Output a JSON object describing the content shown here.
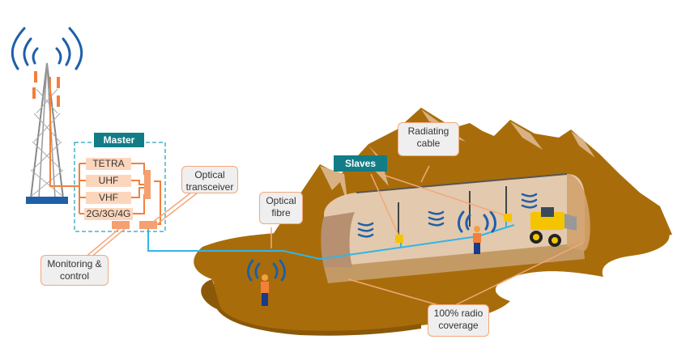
{
  "diagram": {
    "title": "Underground mine radio coverage system",
    "colors": {
      "accent_teal": "#127d86",
      "accent_orange": "#f47f3a",
      "band_fill": "#fcd6bc",
      "terrain": "#a86d0a",
      "mountain_light": "#d8b283",
      "fibre": "#33b5e5",
      "radio_waves": "#1f5fa8",
      "slave_unit": "#f5c400",
      "callout_bg": "#efefef"
    },
    "master": {
      "label": "Master",
      "bands": [
        "TETRA",
        "UHF",
        "VHF",
        "2G/3G/4G"
      ]
    },
    "slaves": {
      "label": "Slaves"
    },
    "callouts": {
      "optical_transceiver": "Optical transceiver",
      "optical_transceiver_l1": "Optical",
      "optical_transceiver_l2": "transceiver",
      "monitoring_l1": "Monitoring &",
      "monitoring_l2": "control",
      "optical_fibre_l1": "Optical",
      "optical_fibre_l2": "fibre",
      "radiating_cable_l1": "Radiating",
      "radiating_cable_l2": "cable",
      "coverage_l1": "100% radio",
      "coverage_l2": "coverage"
    },
    "icons": [
      "radio-tower-icon",
      "radio-waves-icon",
      "worker-icon",
      "loader-vehicle-icon",
      "slave-unit-icon"
    ]
  }
}
